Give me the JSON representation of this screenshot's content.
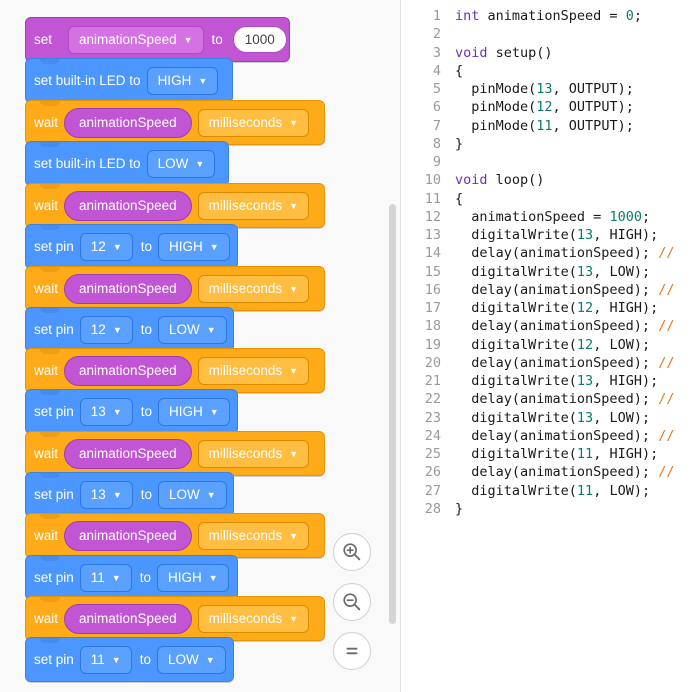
{
  "blocks": {
    "set_var": {
      "set_label": "set",
      "variable": "animationSpeed",
      "to_label": "to",
      "value": "1000"
    },
    "led_high": {
      "label": "set built-in LED to",
      "state": "HIGH"
    },
    "led_low": {
      "label": "set built-in LED to",
      "state": "LOW"
    },
    "wait": {
      "label": "wait",
      "variable": "animationSpeed",
      "unit": "milliseconds"
    },
    "pin_label": "set pin",
    "to_label": "to",
    "pins": [
      {
        "pin": "12",
        "state": "HIGH"
      },
      {
        "pin": "12",
        "state": "LOW"
      },
      {
        "pin": "13",
        "state": "HIGH"
      },
      {
        "pin": "13",
        "state": "LOW"
      },
      {
        "pin": "11",
        "state": "HIGH"
      },
      {
        "pin": "11",
        "state": "LOW"
      }
    ]
  },
  "zoom": {
    "in_icon": "zoom-in-icon",
    "out_icon": "zoom-out-icon",
    "reset_icon": "equals-icon"
  },
  "code": {
    "line_numbers": [
      "1",
      "2",
      "3",
      "4",
      "5",
      "6",
      "7",
      "8",
      "9",
      "10",
      "11",
      "12",
      "13",
      "14",
      "15",
      "16",
      "17",
      "18",
      "19",
      "20",
      "21",
      "22",
      "23",
      "24",
      "25",
      "26",
      "27",
      "28"
    ],
    "lines": [
      "int animationSpeed = 0;",
      "",
      "void setup()",
      "{",
      "  pinMode(13, OUTPUT);",
      "  pinMode(12, OUTPUT);",
      "  pinMode(11, OUTPUT);",
      "}",
      "",
      "void loop()",
      "{",
      "  animationSpeed = 1000;",
      "  digitalWrite(13, HIGH);",
      "  delay(animationSpeed); //",
      "  digitalWrite(13, LOW);",
      "  delay(animationSpeed); //",
      "  digitalWrite(12, HIGH);",
      "  delay(animationSpeed); //",
      "  digitalWrite(12, LOW);",
      "  delay(animationSpeed); //",
      "  digitalWrite(13, HIGH);",
      "  delay(animationSpeed); //",
      "  digitalWrite(13, LOW);",
      "  delay(animationSpeed); //",
      "  digitalWrite(11, HIGH);",
      "  delay(animationSpeed); //",
      "  digitalWrite(11, LOW);",
      "}"
    ]
  },
  "colors": {
    "variable_block": "#c255d4",
    "output_block": "#4c97ff",
    "control_block": "#ffab19",
    "keyword": "#6a30b5",
    "number": "#0c7c6a",
    "comment": "#e07a1f"
  }
}
